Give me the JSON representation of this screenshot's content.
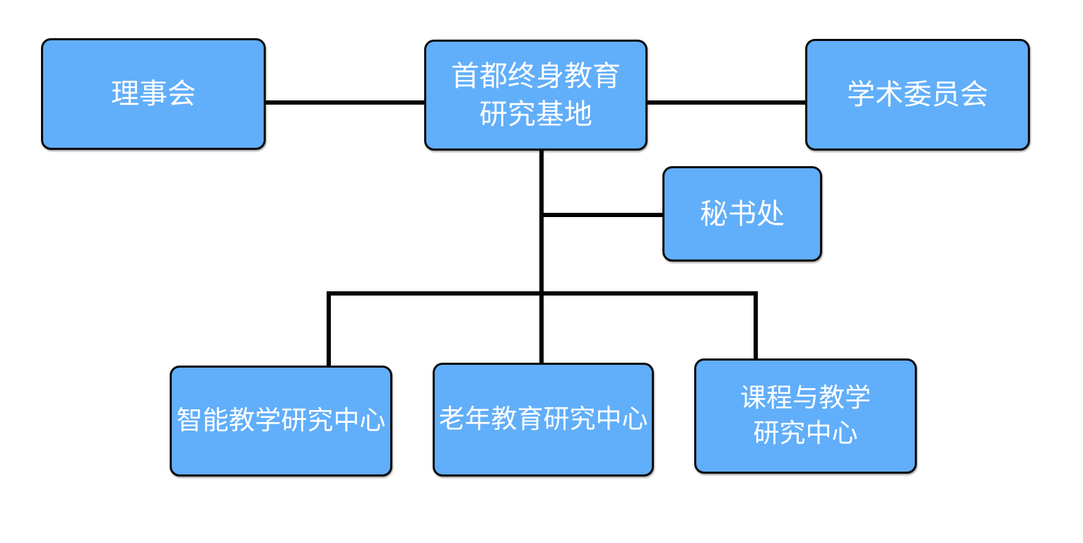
{
  "diagram": {
    "type": "org-chart",
    "background_color": "#ffffff",
    "node_fill_color": "#61aefa",
    "node_border_color": "#0a0a0a",
    "edge_color": "#000000",
    "text_color": "#ffffff",
    "nodes": [
      {
        "id": "board",
        "label": "理事会"
      },
      {
        "id": "base",
        "label": "首都终身教育\n研究基地"
      },
      {
        "id": "academic",
        "label": "学术委员会"
      },
      {
        "id": "secretariat",
        "label": "秘书处"
      },
      {
        "id": "smart",
        "label": "智能教学研究中心"
      },
      {
        "id": "elder",
        "label": "老年教育研究中心"
      },
      {
        "id": "curriculum",
        "label": "课程与教学\n研究中心"
      }
    ],
    "edges": [
      {
        "from": "board",
        "to": "base"
      },
      {
        "from": "base",
        "to": "academic"
      },
      {
        "from": "base",
        "to": "secretariat"
      },
      {
        "from": "base",
        "to": "smart"
      },
      {
        "from": "base",
        "to": "elder"
      },
      {
        "from": "base",
        "to": "curriculum"
      }
    ]
  }
}
